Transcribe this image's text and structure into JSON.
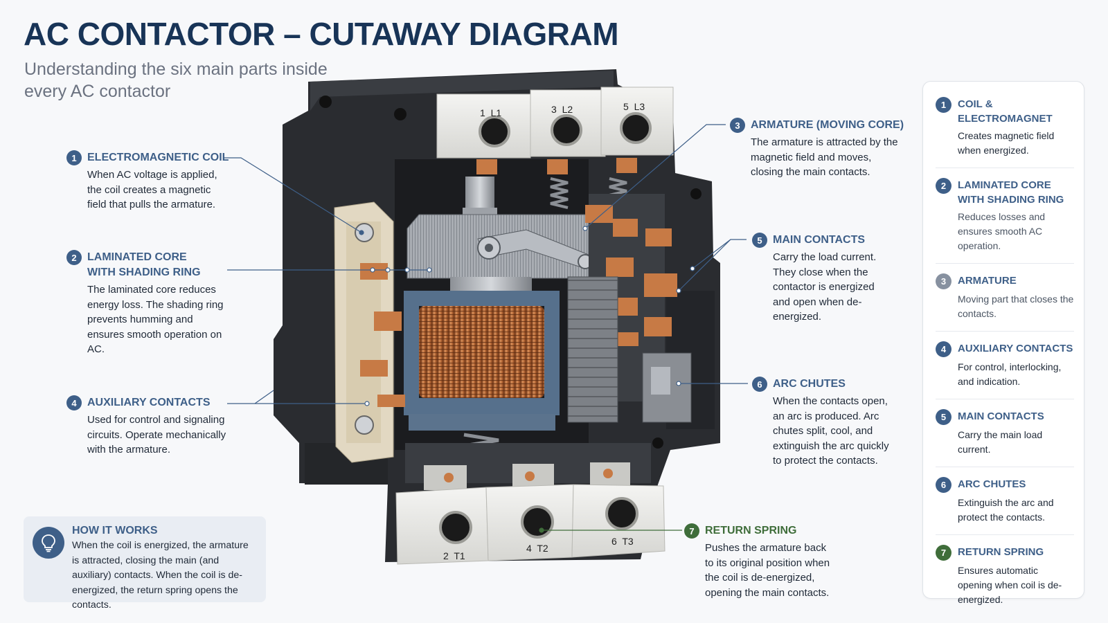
{
  "title": "AC CONTACTOR – CUTAWAY DIAGRAM",
  "subtitle": "Understanding the six main parts inside every AC contactor",
  "terminals": {
    "top": [
      "1  L1",
      "3  L2",
      "5  L3"
    ],
    "bottom": [
      "2  T1",
      "4  T2",
      "6  T3"
    ]
  },
  "callouts": [
    {
      "num": "1",
      "title": "ELECTROMAGNETIC COIL",
      "text": "When AC voltage is applied, the coil creates a magnetic field that pulls the armature."
    },
    {
      "num": "2",
      "title": "LAMINATED CORE WITH SHADING RING",
      "text": "The laminated core reduces energy loss. The shading ring prevents humming and ensures smooth operation on AC."
    },
    {
      "num": "4",
      "title": "AUXILIARY CONTACTS",
      "text": "Used for control and signaling circuits. Operate mechanically with the armature."
    },
    {
      "num": "3",
      "title": "ARMATURE (MOVING CORE)",
      "text": "The armature is attracted by the magnetic field and moves, closing the main contacts."
    },
    {
      "num": "5",
      "title": "MAIN CONTACTS",
      "text": "Carry the load current. They close when the contactor is energized and open when de-energized."
    },
    {
      "num": "6",
      "title": "ARC CHUTES",
      "text": "When the contacts open, an arc is produced. Arc chutes split, cool, and extinguish the arc quickly to protect the contacts."
    },
    {
      "num": "7",
      "title": "RETURN SPRING",
      "text": "Pushes the armature back to its original position when the coil is de-energized, opening the main contacts."
    }
  ],
  "legend": [
    {
      "num": "1",
      "title": "COIL & ELECTROMAGNET",
      "text": "Creates magnetic field when energized."
    },
    {
      "num": "2",
      "title": "LAMINATED CORE WITH SHADING RING",
      "text": "Reduces losses and ensures smooth AC operation."
    },
    {
      "num": "3",
      "title": "ARMATURE",
      "text": "Moving part that closes the contacts."
    },
    {
      "num": "4",
      "title": "AUXILIARY CONTACTS",
      "text": "For control, interlocking, and indication."
    },
    {
      "num": "5",
      "title": "MAIN CONTACTS",
      "text": "Carry the main load current."
    },
    {
      "num": "6",
      "title": "ARC CHUTES",
      "text": "Extinguish the arc and protect the contacts."
    },
    {
      "num": "7",
      "title": "RETURN SPRING",
      "text": "Ensures automatic opening when coil is de-energized."
    }
  ],
  "how_it_works": {
    "title": "HOW IT WORKS",
    "text": "When the coil is energized, the armature is attracted, closing the main (and auxiliary) contacts. When the coil is de-energized, the return spring opens the contacts."
  },
  "colors": {
    "accent": "#3e5f88",
    "title": "#183457",
    "green": "#3f6d3a",
    "copper": "#c77a45",
    "housing": "#2a2c30"
  },
  "icons": {
    "how_it_works": "lightbulb-icon"
  }
}
